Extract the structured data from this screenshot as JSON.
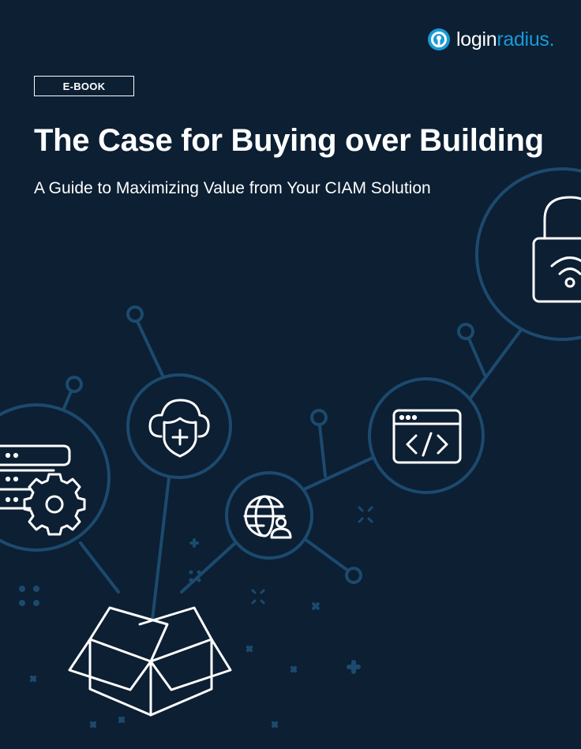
{
  "brand": {
    "name_part1": "login",
    "name_part2": "radius",
    "suffix": ".",
    "accent_color": "#1a9ad6",
    "icon": "loginradius-logo-icon"
  },
  "cover": {
    "tag": "E-BOOK",
    "title": "The Case for Buying over Building",
    "subtitle": "A Guide to Maximizing Value from Your CIAM Solution"
  },
  "colors": {
    "background": "#0c1f33",
    "connector": "#1c4a6e",
    "icon_stroke": "#ffffff"
  },
  "illustration_icons": [
    "padlock-wifi-icon",
    "code-window-icon",
    "globe-user-icon",
    "cloud-shield-icon",
    "server-gear-icon",
    "open-box-icon"
  ]
}
